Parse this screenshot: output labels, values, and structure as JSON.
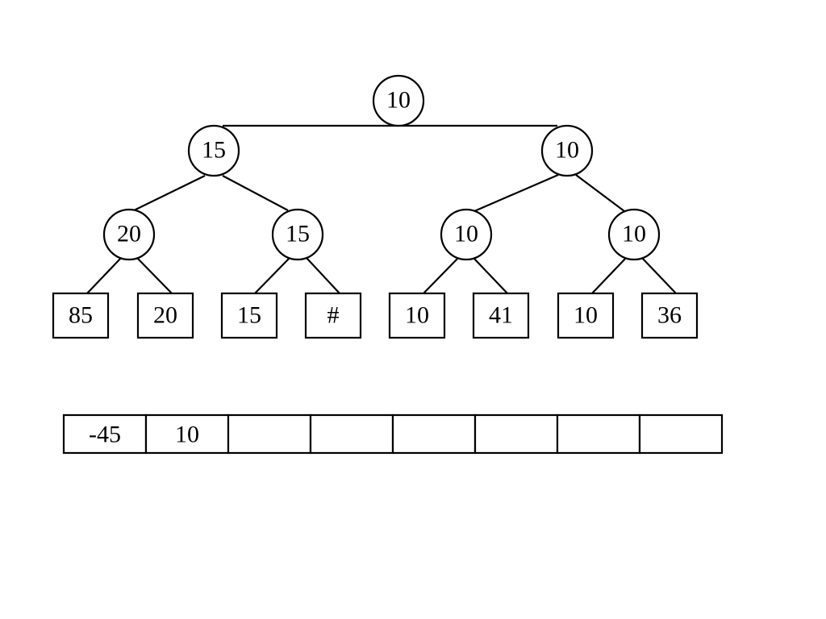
{
  "tree": {
    "root": "10",
    "level1": [
      "15",
      "10"
    ],
    "level2": [
      "20",
      "15",
      "10",
      "10"
    ],
    "leaves": [
      "85",
      "20",
      "15",
      "#",
      "10",
      "41",
      "10",
      "36"
    ]
  },
  "array": [
    "-45",
    "10",
    "",
    "",
    "",
    "",
    "",
    ""
  ]
}
